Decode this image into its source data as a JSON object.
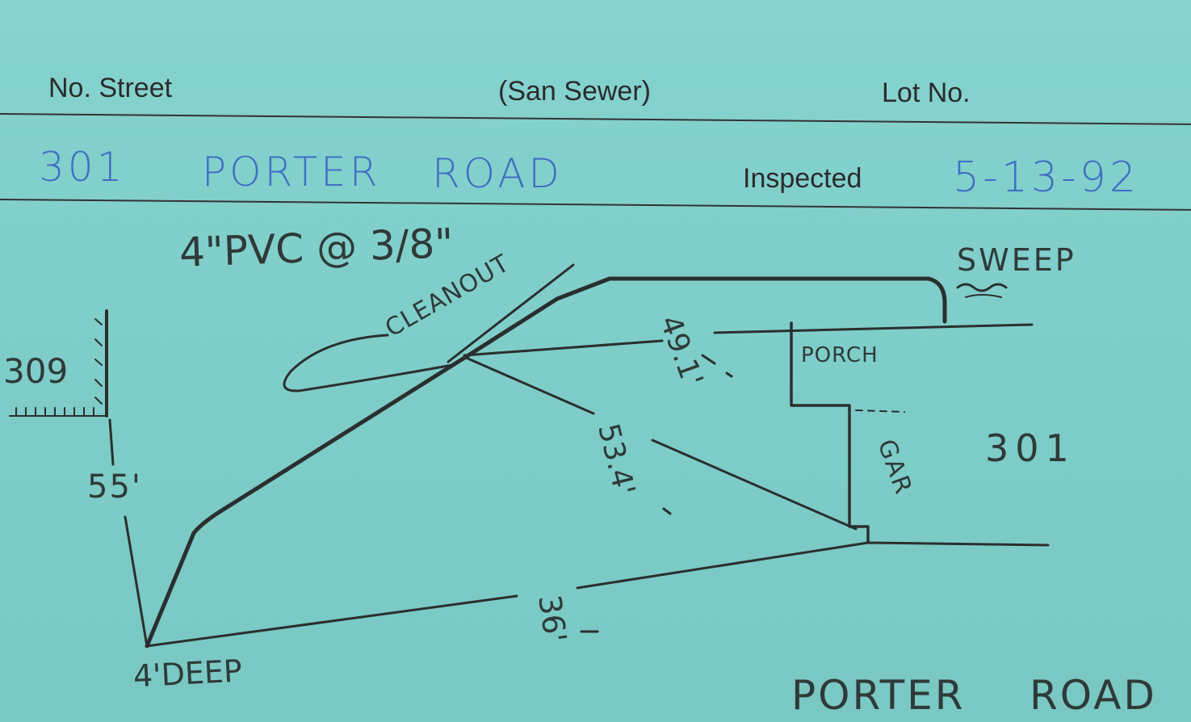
{
  "header": {
    "no_street_label": "No. Street",
    "sewer_label": "(San Sewer)",
    "lot_label": "Lot No.",
    "inspected_label": "Inspected"
  },
  "entry": {
    "street_number": "301",
    "street_name_1": "PORTER",
    "street_name_2": "ROAD",
    "inspected_date": "5-13-92"
  },
  "sketch": {
    "pipe_spec": "4\"PVC @ 3/8\"",
    "sweep": "SWEEP",
    "cleanout": "CLEANOUT",
    "porch": "PORCH",
    "gar": "GAR",
    "house_number": "301",
    "neighbor_number": "309",
    "dist_55": "55'",
    "dist_49": "49.1'",
    "dist_53": "53.4'",
    "dist_36": "36'",
    "depth": "4'DEEP",
    "road_1": "PORTER",
    "road_2": "ROAD"
  }
}
